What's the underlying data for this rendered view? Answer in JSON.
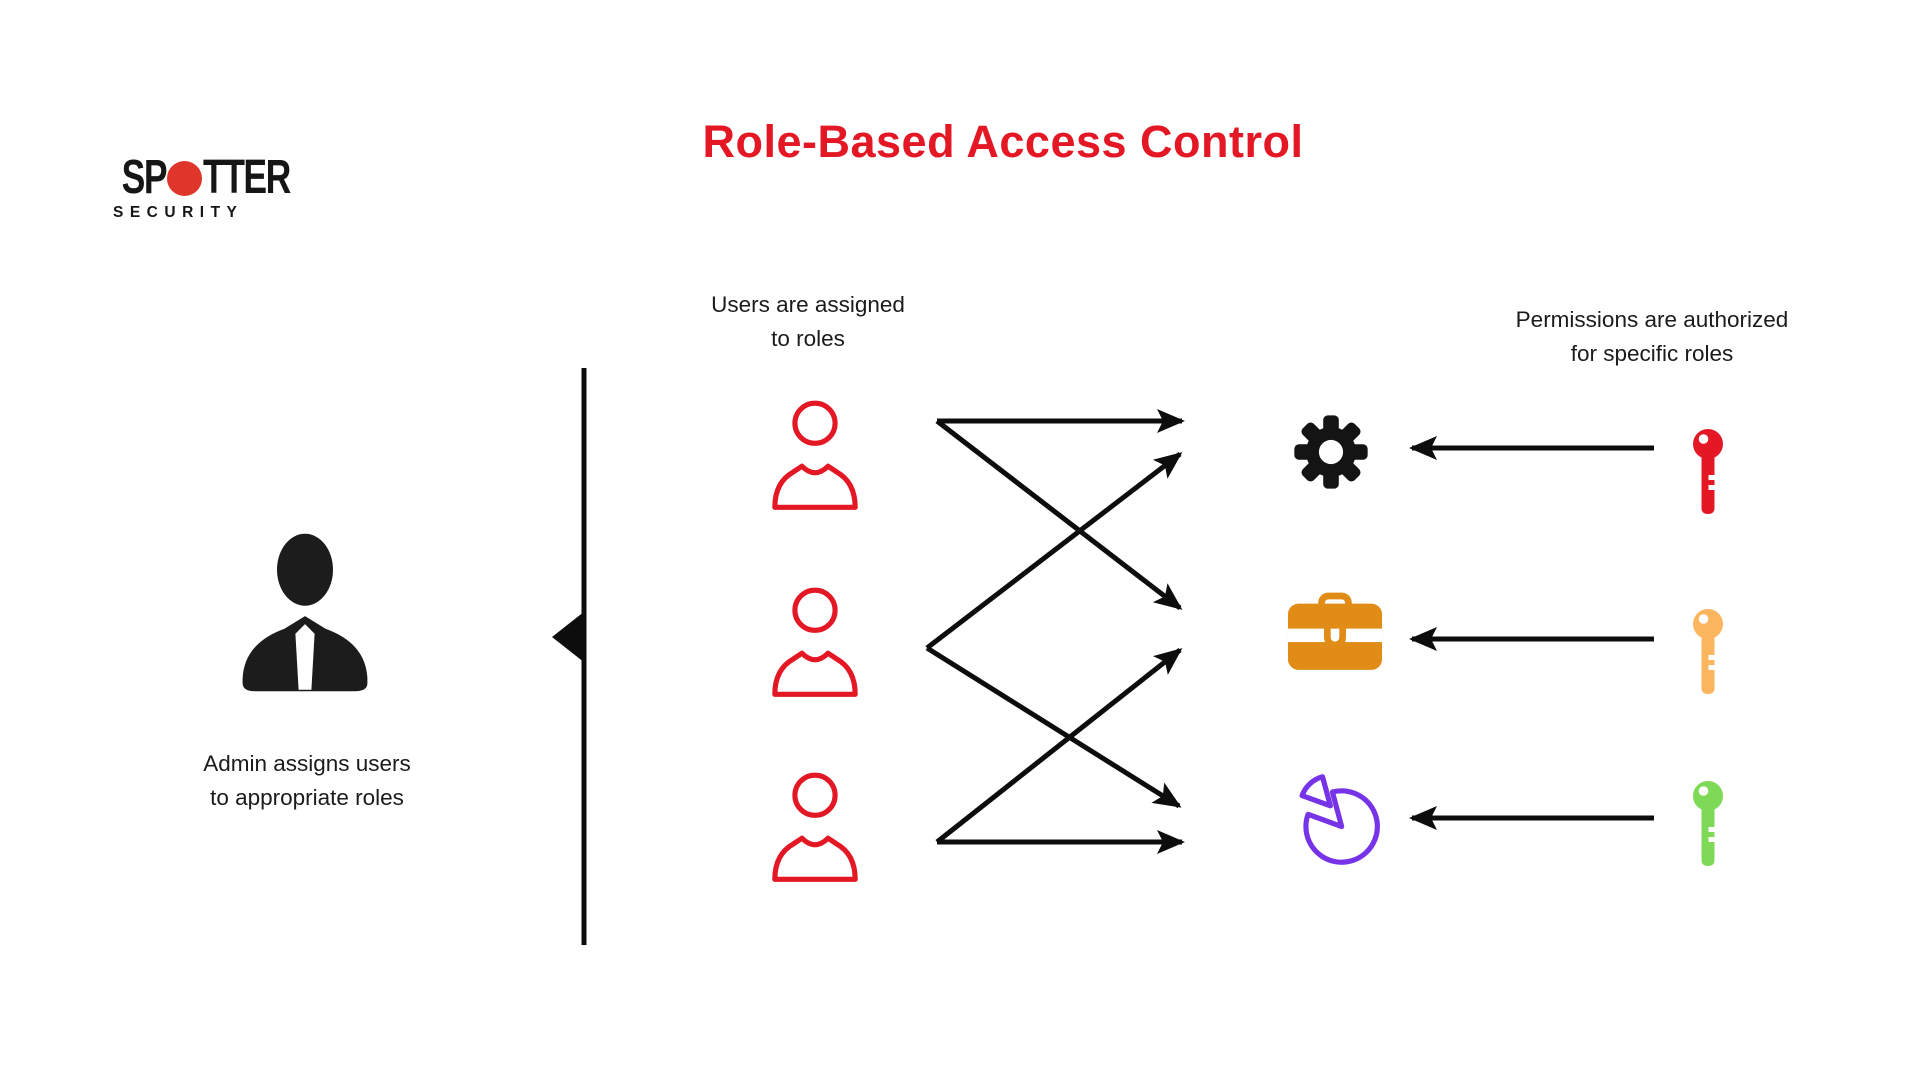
{
  "colors": {
    "title_red": "#e31824",
    "user_red": "#e31824",
    "logo_dot": "#e0352b",
    "briefcase_orange": "#e08c17",
    "key_red": "#e31824",
    "key_orange": "#fab55e",
    "key_green": "#7ed957",
    "pie_purple": "#7633e8",
    "ink": "#111111"
  },
  "logo": {
    "word_start": "SP",
    "word_end": "TTER",
    "subtitle": "SECURITY"
  },
  "title": "Role-Based Access Control",
  "labels": {
    "users_line1": "Users are assigned",
    "users_line2": "to roles",
    "permissions_line1": "Permissions are authorized",
    "permissions_line2": "for specific roles",
    "admin_line1": "Admin assigns users",
    "admin_line2": "to appropriate roles"
  },
  "diagram": {
    "admin_icon": "admin-person",
    "user_icons": [
      "user-1",
      "user-2",
      "user-3"
    ],
    "role_icons": [
      "gear",
      "briefcase",
      "pie-chart"
    ],
    "permission_key_icons": [
      "red-key",
      "orange-key",
      "green-key"
    ],
    "assignments": [
      {
        "user": "user-1",
        "role": "gear"
      },
      {
        "user": "user-1",
        "role": "briefcase"
      },
      {
        "user": "user-2",
        "role": "gear"
      },
      {
        "user": "user-2",
        "role": "pie-chart"
      },
      {
        "user": "user-3",
        "role": "briefcase"
      },
      {
        "user": "user-3",
        "role": "pie-chart"
      }
    ],
    "authorizations": [
      {
        "key": "red-key",
        "role": "gear"
      },
      {
        "key": "orange-key",
        "role": "briefcase"
      },
      {
        "key": "green-key",
        "role": "pie-chart"
      }
    ]
  }
}
